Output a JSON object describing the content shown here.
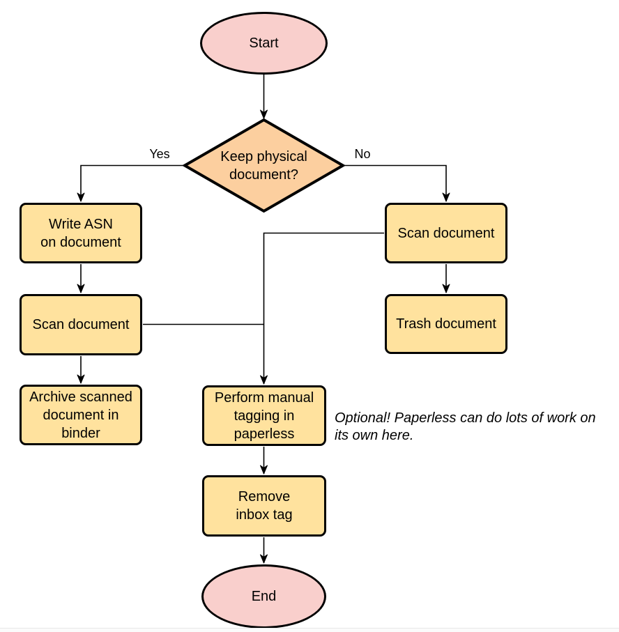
{
  "colors": {
    "background": "#ffffff",
    "terminal_fill": "#f9cfcc",
    "decision_fill": "#fccf9f",
    "process_fill": "#ffe29e",
    "stroke": "#000000",
    "text": "#000000",
    "bottom_divider": "#e7e7e7"
  },
  "nodes": {
    "start": {
      "label": "Start",
      "shape": "ellipse"
    },
    "decision": {
      "label": "Keep physical\ndocument?",
      "shape": "diamond"
    },
    "write_asn": {
      "label": "Write ASN\non document",
      "shape": "rounded-rect"
    },
    "scan_left": {
      "label": "Scan document",
      "shape": "rounded-rect"
    },
    "archive": {
      "label": "Archive scanned\ndocument in\nbinder",
      "shape": "rounded-rect"
    },
    "scan_right": {
      "label": "Scan document",
      "shape": "rounded-rect"
    },
    "trash": {
      "label": "Trash document",
      "shape": "rounded-rect"
    },
    "tagging": {
      "label": "Perform manual\ntagging in\npaperless",
      "shape": "rounded-rect"
    },
    "remove_inbox": {
      "label": "Remove\ninbox tag",
      "shape": "rounded-rect"
    },
    "end": {
      "label": "End",
      "shape": "ellipse"
    }
  },
  "edge_labels": {
    "yes": "Yes",
    "no": "No"
  },
  "note": {
    "text": "Optional! Paperless can do lots of work on\nits own here."
  }
}
